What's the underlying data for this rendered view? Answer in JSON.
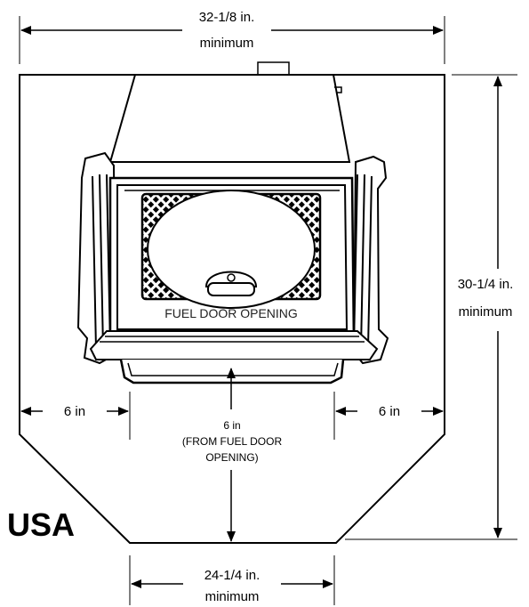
{
  "labels": {
    "top_width_value": "32-1/8 in.",
    "top_width_note": "minimum",
    "height_value": "30-1/4 in.",
    "height_note": "minimum",
    "fuel_door": "FUEL DOOR OPENING",
    "left_side": "6 in",
    "right_side": "6 in",
    "front_value": "6 in",
    "front_note_line1": "(FROM FUEL DOOR",
    "front_note_line2": "OPENING)",
    "bottom_width_value": "24-1/4 in.",
    "bottom_width_note": "minimum",
    "region": "USA"
  }
}
